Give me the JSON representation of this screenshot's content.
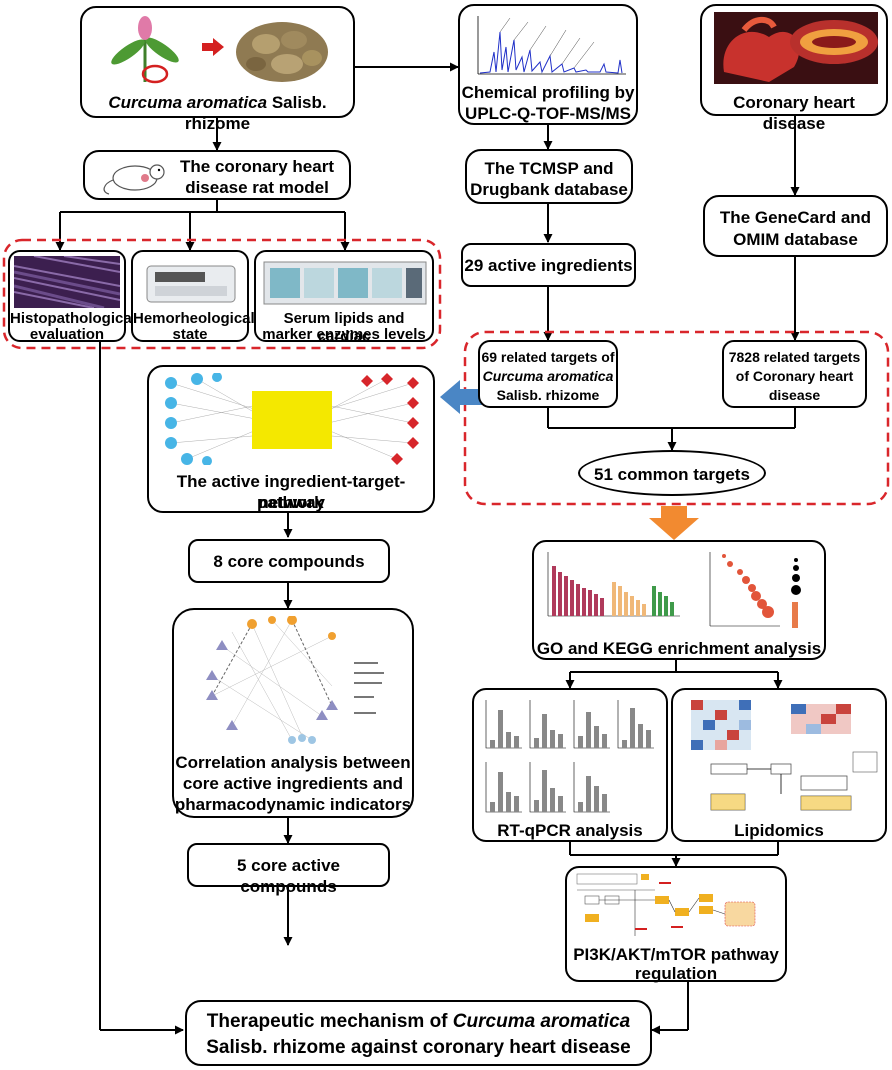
{
  "nodes": {
    "rhizome": {
      "prefix": "",
      "italic": "Curcuma aromatica",
      "suffix": " Salisb. rhizome"
    },
    "profiling": {
      "line1": "Chemical profiling by",
      "line2": "UPLC-Q-TOF-MS/MS"
    },
    "chd": {
      "text": "Coronary heart disease"
    },
    "rat_model": {
      "line1": "The coronary heart",
      "line2": "disease rat model"
    },
    "tcmsp": {
      "line1": "The TCMSP and",
      "line2": "Drugbank database"
    },
    "genecard": {
      "line1": "The GeneCard  and",
      "line2": "OMIM database"
    },
    "histo": {
      "line1": "Histopathological",
      "line2": "evaluation"
    },
    "hemo": {
      "line1": "Hemorheological",
      "line2": "state"
    },
    "serum": {
      "line1": "Serum lipids and cardiac",
      "line2": "marker enzymes levels"
    },
    "active29": {
      "text": "29 active ingredients"
    },
    "targets69": {
      "line1": "69 related targets of",
      "italic": "Curcuma aromatica",
      "line3": "Salisb. rhizome"
    },
    "targets7828": {
      "line1": "7828 related targets",
      "line2": "of Coronary heart",
      "line3": "disease"
    },
    "common51": {
      "text": "51 common targets"
    },
    "network": {
      "line1": "The active ingredient-target-pathway",
      "line2": "network"
    },
    "core8": {
      "text": "8 core compounds"
    },
    "correlation": {
      "line1": "Correlation analysis between",
      "line2": "core active ingredients and",
      "line3": "pharmacodynamic indicators"
    },
    "core5": {
      "text": "5 core active compounds"
    },
    "gokegg": {
      "text": "GO and KEGG enrichment analysis"
    },
    "rtqpcr": {
      "text": "RT-qPCR analysis"
    },
    "lipidomics": {
      "text": "Lipidomics"
    },
    "pi3k": {
      "line1": "PI3K/AKT/mTOR pathway",
      "line2": "regulation"
    },
    "therapeutic": {
      "line1a": "Therapeutic mechanism of ",
      "italic": "Curcuma aromatica",
      "line2": "Salisb. rhizome against coronary heart disease"
    }
  },
  "colors": {
    "dashed_red": "#d9262b",
    "arrow_blue": "#4a86c5",
    "arrow_orange": "#f28a30"
  },
  "icons": [
    "curcuma-plant-image",
    "dried-rhizome-image",
    "chromatogram-image",
    "heart-artery-image",
    "rat-icon",
    "tissue-stain-image",
    "hemorheology-analyzer-image",
    "biochemistry-analyzer-image",
    "network-graph-image",
    "correlation-network-image",
    "enrichment-chart-image",
    "bar-charts-image",
    "heatmap-image",
    "pathway-diagram-image"
  ]
}
